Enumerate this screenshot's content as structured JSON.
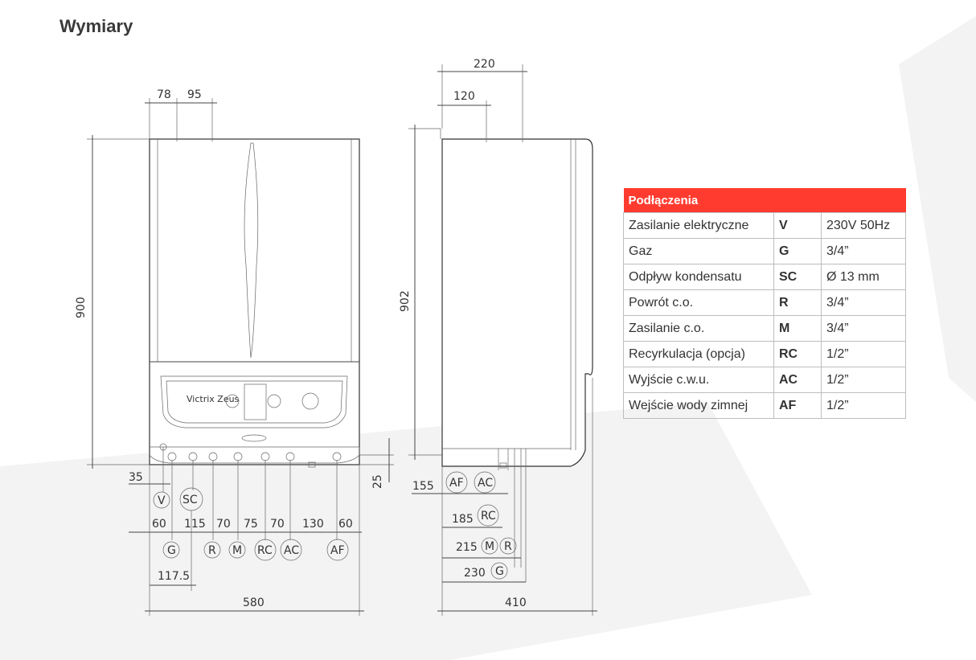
{
  "page": {
    "title": "Wymiary"
  },
  "front_view": {
    "top_offsets": [
      "78",
      "95"
    ],
    "height": "900",
    "bottom_offset": "25",
    "left_offset": "35",
    "connection_labels_row1": [
      "V",
      "SC"
    ],
    "spacings": [
      "60",
      "115",
      "70",
      "75",
      "70",
      "130",
      "60"
    ],
    "connection_labels_row2": [
      "G",
      "R",
      "M",
      "RC",
      "AC",
      "AF"
    ],
    "gas_offset": "117.5",
    "total_width": "580",
    "panel_label": "Victrix Zeus"
  },
  "side_view": {
    "top_dims": [
      "220",
      "120"
    ],
    "height": "902",
    "depth": "410",
    "conn_dims": [
      {
        "value": "155",
        "labels": [
          "AF",
          "AC"
        ]
      },
      {
        "value": "185",
        "labels": [
          "RC"
        ]
      },
      {
        "value": "215",
        "labels": [
          "M",
          "R"
        ]
      },
      {
        "value": "230",
        "labels": [
          "G"
        ]
      }
    ]
  },
  "connections": {
    "header": "Podłączenia",
    "rows": [
      {
        "name": "Zasilanie elektryczne",
        "code": "V",
        "value": "230V 50Hz"
      },
      {
        "name": "Gaz",
        "code": "G",
        "value": "3/4”"
      },
      {
        "name": "Odpływ kondensatu",
        "code": "SC",
        "value": "Ø 13 mm"
      },
      {
        "name": "Powrót c.o.",
        "code": "R",
        "value": "3/4”"
      },
      {
        "name": "Zasilanie c.o.",
        "code": "M",
        "value": "3/4”"
      },
      {
        "name": "Recyrkulacja (opcja)",
        "code": "RC",
        "value": "1/2”"
      },
      {
        "name": "Wyjście c.w.u.",
        "code": "AC",
        "value": "1/2”"
      },
      {
        "name": "Wejście wody zimnej",
        "code": "AF",
        "value": "1/2”"
      }
    ]
  },
  "colors": {
    "accent": "#ff3b2f",
    "background_shape": "#f2f2f2"
  }
}
